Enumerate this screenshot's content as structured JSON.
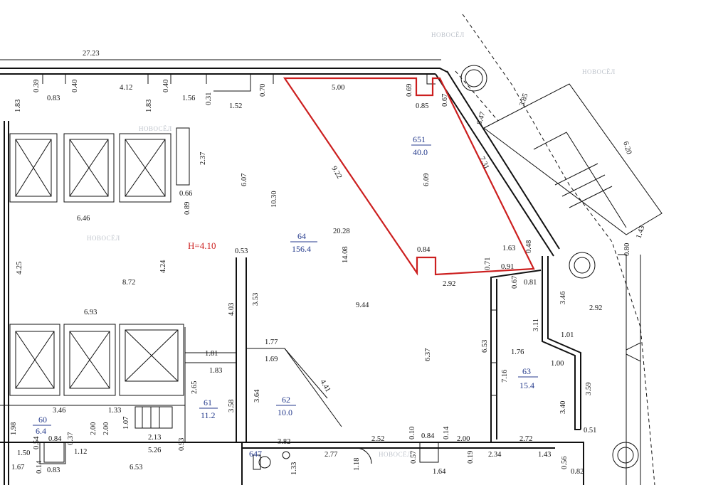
{
  "plan": {
    "height_label": "H=4.10",
    "highlight_color": "#cc1f1f",
    "room_label_color": "#243a8c",
    "rooms": [
      {
        "number": "651",
        "area": "40.0"
      },
      {
        "number": "64",
        "area": "156.4"
      },
      {
        "number": "63",
        "area": "15.4"
      },
      {
        "number": "62",
        "area": "10.0"
      },
      {
        "number": "61",
        "area": "11.2"
      },
      {
        "number": "60",
        "area": "6.4"
      },
      {
        "number": "647",
        "area": ""
      }
    ],
    "dimensions": [
      "27.23",
      "0.39",
      "0.83",
      "0.40",
      "4.12",
      "0.40",
      "1.56",
      "0.31",
      "1.52",
      "0.70",
      "1.83",
      "1.83",
      "2.37",
      "0.66",
      "0.89",
      "6.46",
      "6.07",
      "10.30",
      "5.00",
      "0.69",
      "0.85",
      "0.67",
      "8.47",
      "3.85",
      "6.20",
      "9.22",
      "6.09",
      "7.31",
      "20.28",
      "14.08",
      "0.84",
      "0.71",
      "1.63",
      "0.48",
      "0.91",
      "0.67",
      "0.81",
      "2.92",
      "1.43",
      "0.80",
      "4.25",
      "4.24",
      "8.72",
      "0.53",
      "9.44",
      "4.03",
      "3.53",
      "6.93",
      "1.81",
      "1.83",
      "1.77",
      "1.69",
      "4.41",
      "3.46",
      "3.11",
      "2.92",
      "1.01",
      "1.76",
      "6.53",
      "7.16",
      "1.00",
      "6.37",
      "3.59",
      "3.40",
      "2.65",
      "3.58",
      "3.64",
      "3.46",
      "1.33",
      "1.07",
      "2.00",
      "2.00",
      "1.98",
      "0.84",
      "0.54",
      "1.50",
      "0.37",
      "1.12",
      "2.13",
      "5.26",
      "0.93",
      "3.82",
      "2.52",
      "0.10",
      "0.84",
      "0.14",
      "2.00",
      "2.72",
      "0.51",
      "1.67",
      "0.14",
      "0.83",
      "6.53",
      "2.77",
      "1.18",
      "0.57",
      "0.19",
      "2.34",
      "1.43",
      "0.56",
      "1.33",
      "1.64",
      "0.82"
    ],
    "watermark_text": "НОВОСЁЛ",
    "icons": [
      "column-circle-icon",
      "elevator-shaft-icon",
      "wc-fixture-icon",
      "door-swing-icon"
    ]
  }
}
